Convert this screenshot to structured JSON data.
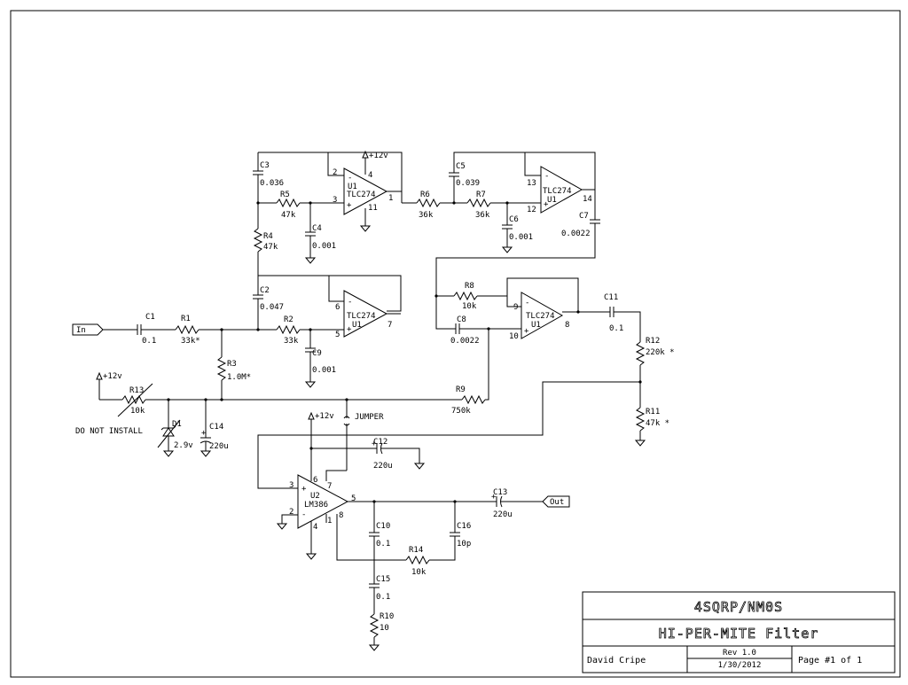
{
  "title_block": {
    "org": "4SQRP/NM0S",
    "title": "HI-PER-MITE Filter",
    "author": "David Cripe",
    "rev": "Rev 1.0",
    "date": "1/30/2012",
    "page": "Page #1 of 1"
  },
  "ports": {
    "in": "In",
    "out": "Out"
  },
  "supply": {
    "v12a": "+12v",
    "v12b": "+12v",
    "v12c": "+12v"
  },
  "notes": {
    "jumper": "JUMPER",
    "do_not_install": "DO NOT INSTALL"
  },
  "opamps": {
    "u1a": {
      "ref": "U1",
      "part": "TLC274",
      "pin_inv": "2",
      "pin_noninv": "3",
      "pin_out": "1",
      "pin_vp": "4",
      "pin_vn": "11"
    },
    "u1b": {
      "ref": "U1",
      "part": "TLC274",
      "pin_inv": "13",
      "pin_noninv": "12",
      "pin_out": "14"
    },
    "u1c": {
      "ref": "U1",
      "part": "TLC274",
      "pin_inv": "6",
      "pin_noninv": "5",
      "pin_out": "7"
    },
    "u1d": {
      "ref": "U1",
      "part": "TLC274",
      "pin_inv": "9",
      "pin_noninv": "10",
      "pin_out": "8"
    },
    "u2": {
      "ref": "U2",
      "part": "LM386",
      "pin3": "3",
      "pin2": "2",
      "pin6": "6",
      "pin7": "7",
      "pin4": "4",
      "pin1": "1",
      "pin8": "8",
      "pin5": "5"
    }
  },
  "components": {
    "c1": {
      "ref": "C1",
      "value": "0.1"
    },
    "r1": {
      "ref": "R1",
      "value": "33k*"
    },
    "r2": {
      "ref": "R2",
      "value": "33k"
    },
    "r3": {
      "ref": "R3",
      "value": "1.0M*"
    },
    "c2": {
      "ref": "C2",
      "value": "0.047"
    },
    "c9": {
      "ref": "C9",
      "value": "0.001"
    },
    "r4": {
      "ref": "R4",
      "value": "47k"
    },
    "c3": {
      "ref": "C3",
      "value": "0.036"
    },
    "r5": {
      "ref": "R5",
      "value": "47k"
    },
    "c4": {
      "ref": "C4",
      "value": "0.001"
    },
    "r6": {
      "ref": "R6",
      "value": "36k"
    },
    "c5": {
      "ref": "C5",
      "value": "0.039"
    },
    "r7": {
      "ref": "R7",
      "value": "36k"
    },
    "c6": {
      "ref": "C6",
      "value": "0.001"
    },
    "c7": {
      "ref": "C7",
      "value": "0.0022"
    },
    "r8": {
      "ref": "R8",
      "value": "10k"
    },
    "c8": {
      "ref": "C8",
      "value": "0.0022"
    },
    "c11": {
      "ref": "C11",
      "value": "0.1"
    },
    "r12": {
      "ref": "R12",
      "value": "220k *"
    },
    "r11": {
      "ref": "R11",
      "value": "47k *"
    },
    "r9": {
      "ref": "R9",
      "value": "750k"
    },
    "r13": {
      "ref": "R13",
      "value": "10k"
    },
    "d1": {
      "ref": "D1",
      "value": "2.9v"
    },
    "c14": {
      "ref": "C14",
      "value": "220u"
    },
    "c12": {
      "ref": "C12",
      "value": "220u"
    },
    "c13": {
      "ref": "C13",
      "value": "220u"
    },
    "c10": {
      "ref": "C10",
      "value": "0.1"
    },
    "c16": {
      "ref": "C16",
      "value": "10p"
    },
    "r14": {
      "ref": "R14",
      "value": "10k"
    },
    "c15": {
      "ref": "C15",
      "value": "0.1"
    },
    "r10": {
      "ref": "R10",
      "value": "10"
    }
  }
}
